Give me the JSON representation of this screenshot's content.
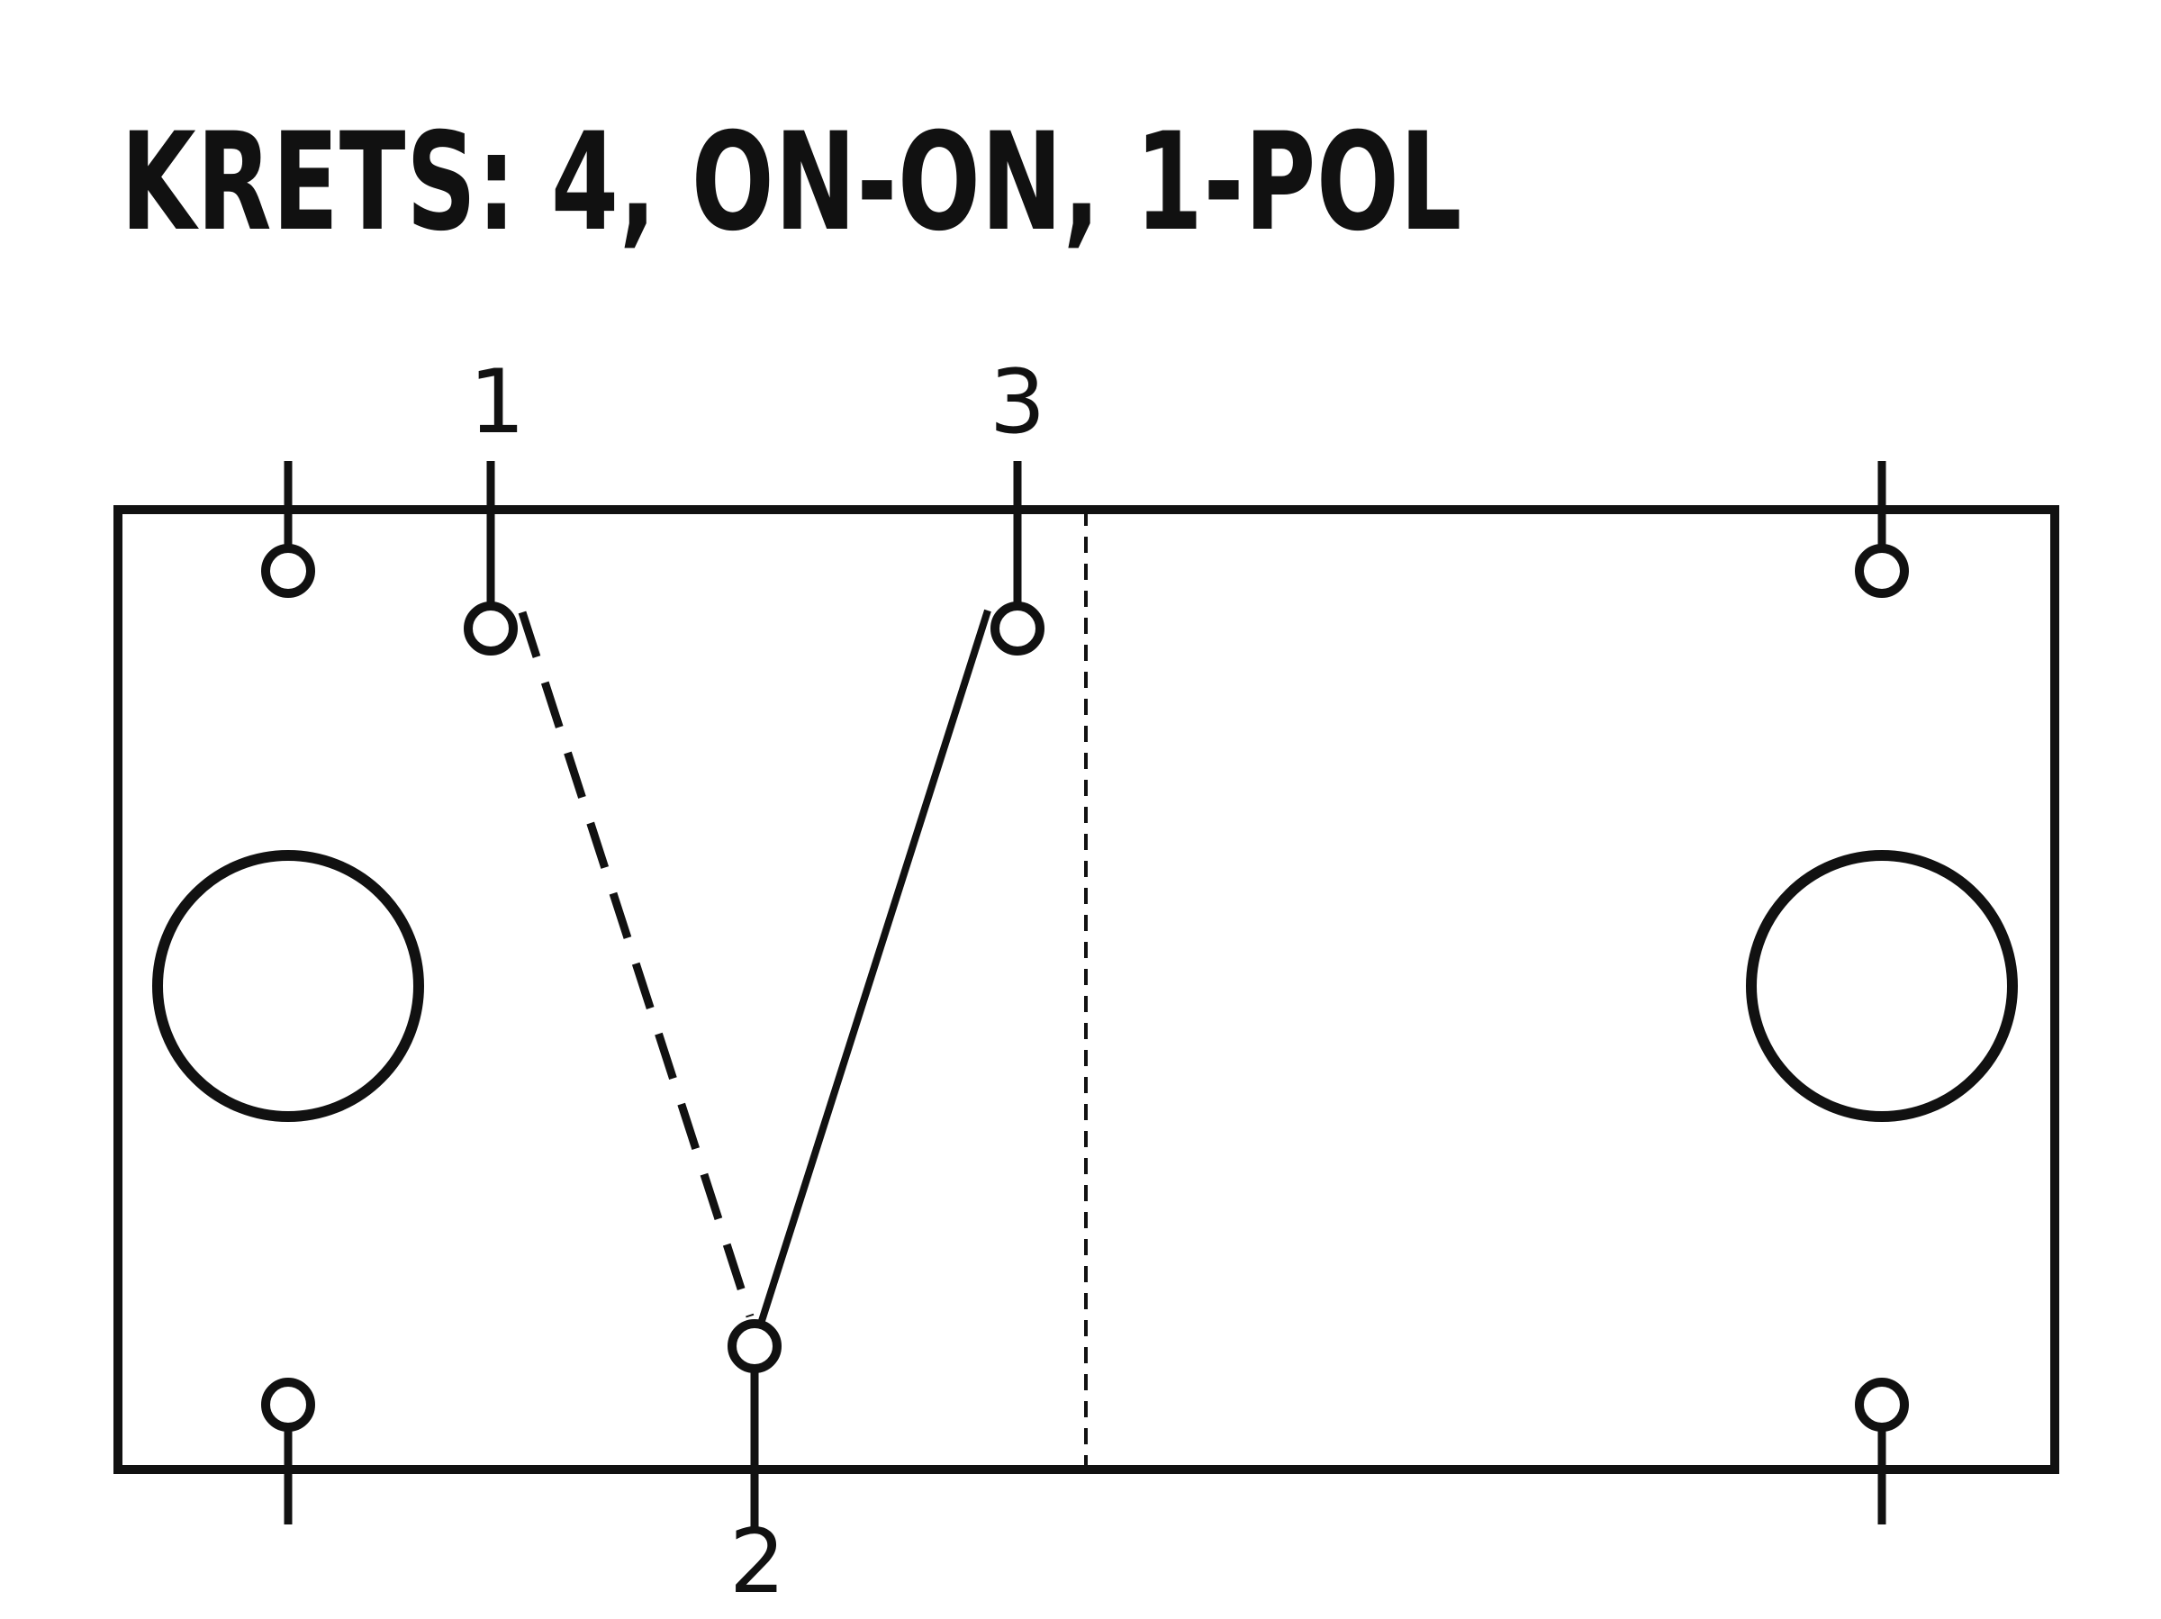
{
  "title": "KRETS: 4, ON-ON, 1-POL",
  "terminals": [
    {
      "id": "terminal-1",
      "label": "1"
    },
    {
      "id": "terminal-2",
      "label": "2"
    },
    {
      "id": "terminal-3",
      "label": "3"
    }
  ],
  "colors": {
    "line": "#111111",
    "background": "#ffffff"
  }
}
